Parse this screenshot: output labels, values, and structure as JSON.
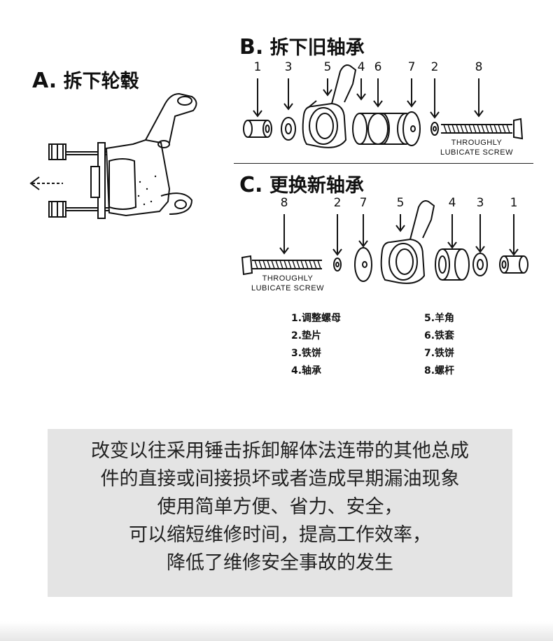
{
  "sections": {
    "a": {
      "letter": "A.",
      "title": "拆下轮毂"
    },
    "b": {
      "letter": "B.",
      "title": "拆下旧轴承"
    },
    "c": {
      "letter": "C.",
      "title": "更换新轴承"
    }
  },
  "callouts": {
    "b": [
      "1",
      "3",
      "5",
      "4",
      "6",
      "7",
      "2",
      "8"
    ],
    "c": [
      "8",
      "2",
      "7",
      "5",
      "4",
      "3",
      "1"
    ]
  },
  "screw_label": {
    "line1": "THROUGHLY",
    "line2": "LUBICATE SCREW"
  },
  "legend": {
    "left": [
      "1.调整螺母",
      "2.垫片",
      "3.铁饼",
      "4.轴承"
    ],
    "right": [
      "5.羊角",
      "6.铁套",
      "7.铁饼",
      "8.螺杆"
    ]
  },
  "note": [
    "改变以往采用锤击拆卸解体法连带的其他总成",
    "件的直接或间接损坏或者造成早期漏油现象",
    "使用简单方便、省力、安全，",
    "可以缩短维修时间，提高工作效率，",
    "降低了维修安全事故的发生"
  ]
}
